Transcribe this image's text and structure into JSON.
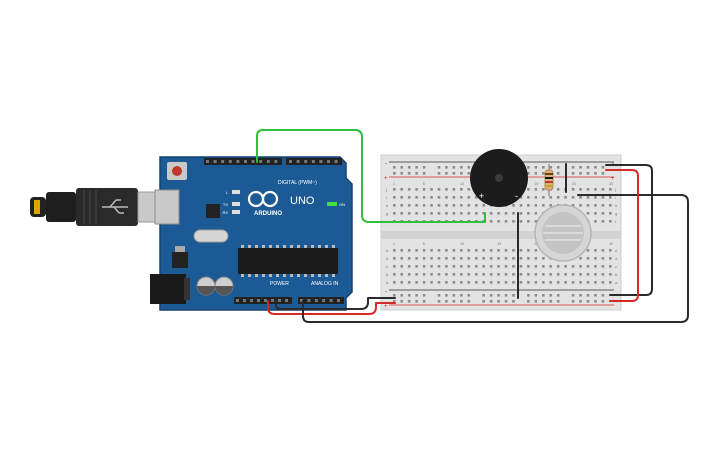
{
  "board": {
    "logo_text": "ARDUINO",
    "model": "UNO",
    "digital_label": "DIGITAL (PWM~)",
    "power_label": "POWER",
    "analog_label": "ANALOG IN",
    "on_label": "ON",
    "tx_label": "TX",
    "rx_label": "RX",
    "l_label": "L"
  },
  "breadboard": {
    "col_numbers": [
      "1",
      "5",
      "10",
      "15",
      "20",
      "25",
      "30"
    ],
    "row_letters_top": [
      "j",
      "i",
      "h",
      "g",
      "f"
    ],
    "row_letters_bottom": [
      "e",
      "d",
      "c",
      "b",
      "a"
    ],
    "rail_minus": "-",
    "rail_plus": "+"
  },
  "buzzer": {
    "plus": "+",
    "minus": "-"
  },
  "colors": {
    "board_blue": "#1c5a96",
    "board_edge": "#163f6b",
    "wire_green": "#2fbf3a",
    "wire_red": "#d42a2a",
    "wire_black": "#2a2a2a",
    "breadboard": "#e3e3e3"
  }
}
